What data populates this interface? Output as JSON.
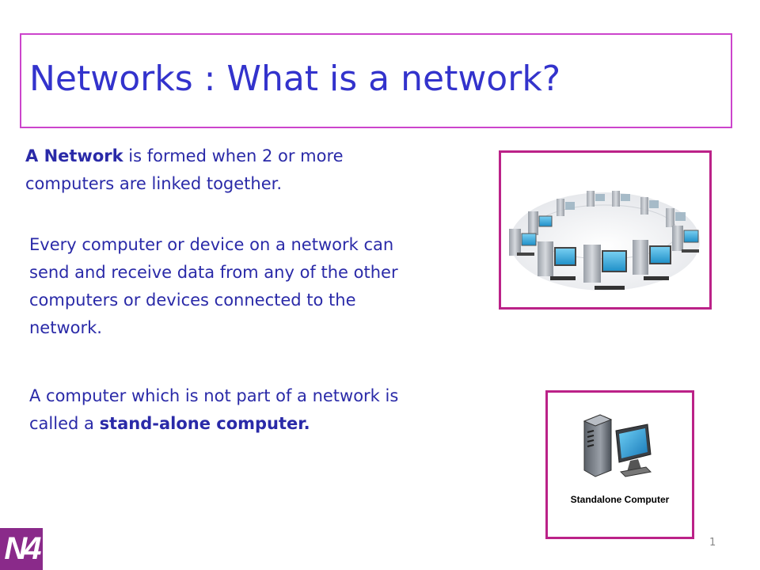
{
  "slide": {
    "title": "Networks : What is a network?",
    "para1": {
      "bold": "A Network",
      "rest": " is formed when 2 or more computers are linked together."
    },
    "para2": "Every computer or device on a network can send and receive data from any of the other computers or devices connected to the network.",
    "para3": {
      "pre": "A computer which is not part of a network is called a ",
      "bold": "stand-alone computer."
    },
    "standalone_caption": "Standalone Computer",
    "logo_text": "N4",
    "page_number": "1"
  },
  "colors": {
    "title": "#3333cc",
    "body_text": "#2a2aa8",
    "frame": "#bb2288",
    "logo_bg": "#8a2a8a"
  }
}
